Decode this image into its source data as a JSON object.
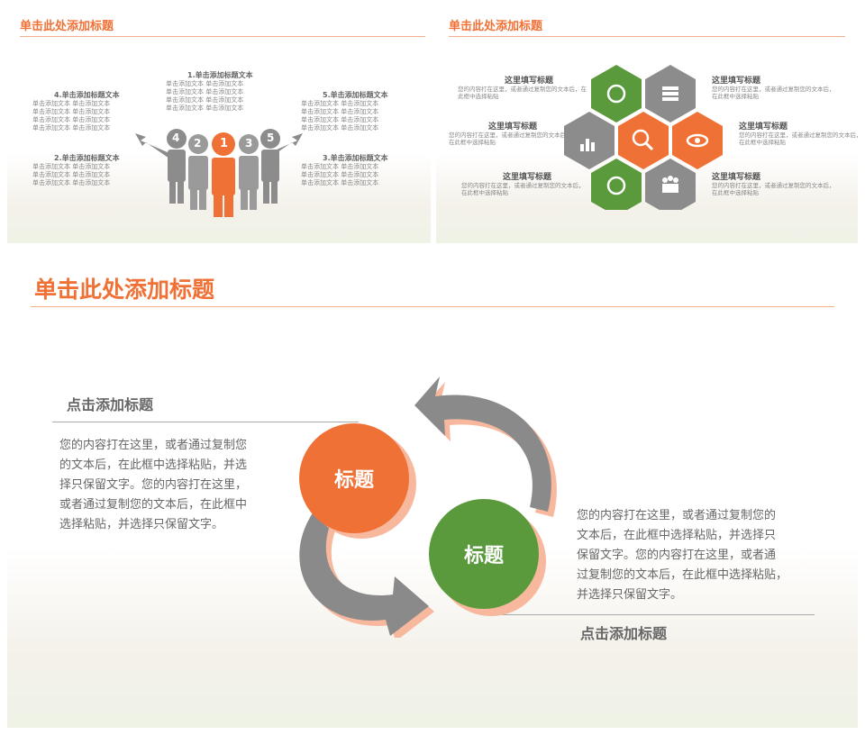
{
  "slide1": {
    "title": "单击此处添加标题",
    "items": [
      {
        "heading": "1.单击添加标题文本",
        "lines": [
          "单击添加文本 单击添加文本",
          "单击添加文本 单击添加文本",
          "单击添加文本 单击添加文本",
          "单击添加文本 单击添加文本"
        ]
      },
      {
        "heading": "2.单击添加标题文本",
        "lines": [
          "单击添加文本 单击添加文本",
          "单击添加文本 单击添加文本",
          "单击添加文本 单击添加文本"
        ]
      },
      {
        "heading": "3.单击添加标题文本",
        "lines": [
          "单击添加文本 单击添加文本",
          "单击添加文本 单击添加文本",
          "单击添加文本 单击添加文本"
        ]
      },
      {
        "heading": "4.单击添加标题文本",
        "lines": [
          "单击添加文本 单击添加文本",
          "单击添加文本 单击添加文本",
          "单击添加文本 单击添加文本",
          "单击添加文本 单击添加文本"
        ]
      },
      {
        "heading": "5.单击添加标题文本",
        "lines": [
          "单击添加文本 单击添加文本",
          "单击添加文本 单击添加文本",
          "单击添加文本 单击添加文本",
          "单击添加文本 单击添加文本"
        ]
      }
    ],
    "numbers": [
      "4",
      "2",
      "1",
      "3",
      "5"
    ]
  },
  "slide2": {
    "title": "单击此处添加标题",
    "labels": [
      "这里填写标题",
      "这里填写标题",
      "这里填写标题",
      "这里填写标题",
      "这里填写标题",
      "这里填写标题"
    ],
    "texts": [
      "您的内容打在这里，或者通过复制您的文本后，在\n此框中选择粘贴",
      "您的内容打在这里，或者通过复制您的文本后，\n在此框中选择粘贴",
      "您的内容打在这里，或者通过复制您的文本后，\n在此框中选择粘贴",
      "您的内容打在这里，或者通过复制您的文本后，\n在此框中选择粘贴",
      "您的内容打在这里，或者通过复制您的文本后，\n在此框中选择粘贴",
      "您的内容打在这里，或者通过复制您的文本后，\n在此框中选择粘贴"
    ]
  },
  "slide3": {
    "title": "单击此处添加标题",
    "left_heading": "点击添加标题",
    "left_text": "您的内容打在这里，或者通过复制您\n的文本后，在此框中选择粘贴，并选\n择只保留文字。您的内容打在这里，\n或者通过复制您的文本后，在此框中\n选择粘贴，并选择只保留文字。",
    "right_text": "您的内容打在这里，或者通过复制您的\n文本后，在此框中选择粘贴，并选择只\n保留文字。您的内容打在这里，或者通\n过复制您的文本后，在此框中选择粘贴，\n并选择只保留文字。",
    "right_heading": "点击添加标题",
    "circle_orange": "标题",
    "circle_green": "标题"
  },
  "colors": {
    "orange": "#f07136",
    "green": "#5a9a3c",
    "gray": "#8c8c8c"
  }
}
